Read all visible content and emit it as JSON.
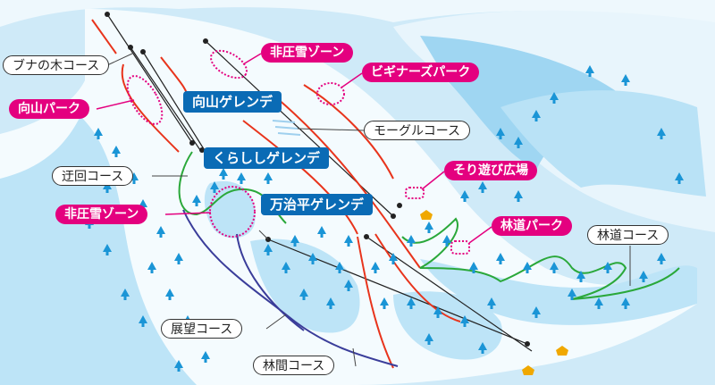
{
  "map": {
    "courses": {
      "buna": "ブナの木コース",
      "ukai": "迂回コース",
      "mogul": "モーグルコース",
      "rindo": "林道コース",
      "tenbo": "展望コース",
      "rinkan": "林間コース"
    },
    "zones": {
      "mukaiyama_park": "向山パーク",
      "hiatsusetsu_left": "非圧雪ゾーン",
      "hiatsusetsu_top": "非圧雪ゾーン",
      "beginners_park": "ビギナーズパーク",
      "sori": "そり遊び広場",
      "rindo_park": "林道パーク"
    },
    "slopes": {
      "mukaiyama": "向山ゲレンデ",
      "kurashishi": "くらししゲレンデ",
      "manjidaira": "万治平ゲレンデ"
    },
    "colors": {
      "zone_pink": "#e4007f",
      "slope_blue": "#0a6bb5",
      "course_red": "#e8341c",
      "course_green": "#2aa83a",
      "course_navy": "#3a3d9a",
      "tree": "#1a95d6",
      "building": "#f0a800"
    }
  }
}
